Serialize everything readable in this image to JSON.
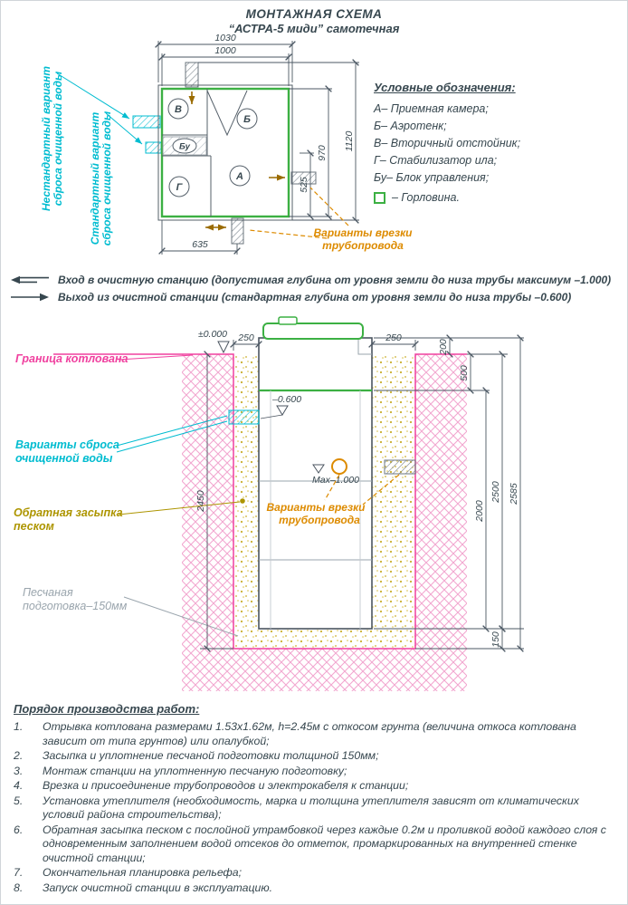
{
  "colors": {
    "accent_green": "#3cb043",
    "accent_cyan": "#00bcd0",
    "accent_magenta": "#f0409f",
    "accent_orange": "#dd8b00",
    "accent_olive": "#ad9500",
    "accent_gray": "#9aa5ad"
  },
  "icons": {
    "inlet": "arrow-left",
    "outlet": "arrow-right"
  },
  "title": {
    "line1": "МОНТАЖНАЯ СХЕМА",
    "line2": "“АСТРА-5 миди” самотечная"
  },
  "plan": {
    "dims": {
      "w_outer": "1030",
      "w_tank": "1000",
      "h_outer": "1120",
      "h_tank": "970",
      "h_outlet": "525",
      "w_bottom": "635"
    },
    "sections": {
      "a": "А",
      "b": "Б",
      "v": "В",
      "g": "Г",
      "bu": "Бу"
    },
    "labels": {
      "nonstandard_l1": "Нестандартный вариант",
      "nonstandard_l2": "сброса очищенной воды",
      "standard_l1": "Стандартный вариант",
      "standard_l2": "сброса очищенной воды",
      "tie_in_l1": "Варианты врезки",
      "tie_in_l2": "трубопровода"
    }
  },
  "legend": {
    "title": "Условные обозначения:",
    "items": [
      "А– Приемная камера;",
      "Б– Аэротенк;",
      "В– Вторичный отстойник;",
      "Г– Стабилизатор ила;",
      "Бу– Блок управления;"
    ],
    "gorlovina": "– Горловина."
  },
  "notes": {
    "inlet": "Вход в очистную станцию (допустимая глубина от уровня земли до низа трубы максимум –1.000)",
    "outlet": "Выход из очистной станции (стандартная глубина от уровня земли до низа трубы –0.600)"
  },
  "section": {
    "marks": {
      "zero": "±0.000",
      "outlet": "–0.600",
      "inlet_max": "Max–1.000"
    },
    "dims": {
      "gap_left": "250",
      "gap_right": "250",
      "d200": "200",
      "d500": "500",
      "d2000": "2000",
      "d2500": "2500",
      "d2585": "2585",
      "d2450": "2450",
      "d150": "150"
    },
    "labels": {
      "boundary": "Граница котлована",
      "discharge_l1": "Варианты сброса",
      "discharge_l2": "очищенной воды",
      "backfill_l1": "Обратная засыпка",
      "backfill_l2": "песком",
      "sand_l1": "Песчаная",
      "sand_l2": "подготовка–150мм",
      "tie_in_l1": "Варианты врезки",
      "tie_in_l2": "трубопровода"
    }
  },
  "worklist": {
    "title": "Порядок производства работ:",
    "items": [
      {
        "num": "1.",
        "text": "Отрывка котлована размерами 1.53х1.62м, h=2.45м с откосом грунта (величина откоса котлована зависит от типа грунтов) или опалубкой;"
      },
      {
        "num": "2.",
        "text": "Засыпка и уплотнение песчаной подготовки толщиной 150мм;"
      },
      {
        "num": "3.",
        "text": "Монтаж станции на уплотненную песчаную подготовку;"
      },
      {
        "num": "4.",
        "text": "Врезка и присоединение трубопроводов и электрокабеля к станции;"
      },
      {
        "num": "5.",
        "text": "Установка утеплителя (необходимость, марка и толщина утеплителя зависят от климатических условий района строительства);"
      },
      {
        "num": "6.",
        "text": "Обратная засыпка песком с послойной утрамбовкой через каждые 0.2м и проливкой водой каждого слоя с одновременным заполнением водой отсеков до отметок, промаркированных на внутренней стенке очистной станции;"
      },
      {
        "num": "7.",
        "text": "Окончательная планировка рельефа;"
      },
      {
        "num": "8.",
        "text": "Запуск очистной станции в эксплуатацию."
      }
    ]
  }
}
